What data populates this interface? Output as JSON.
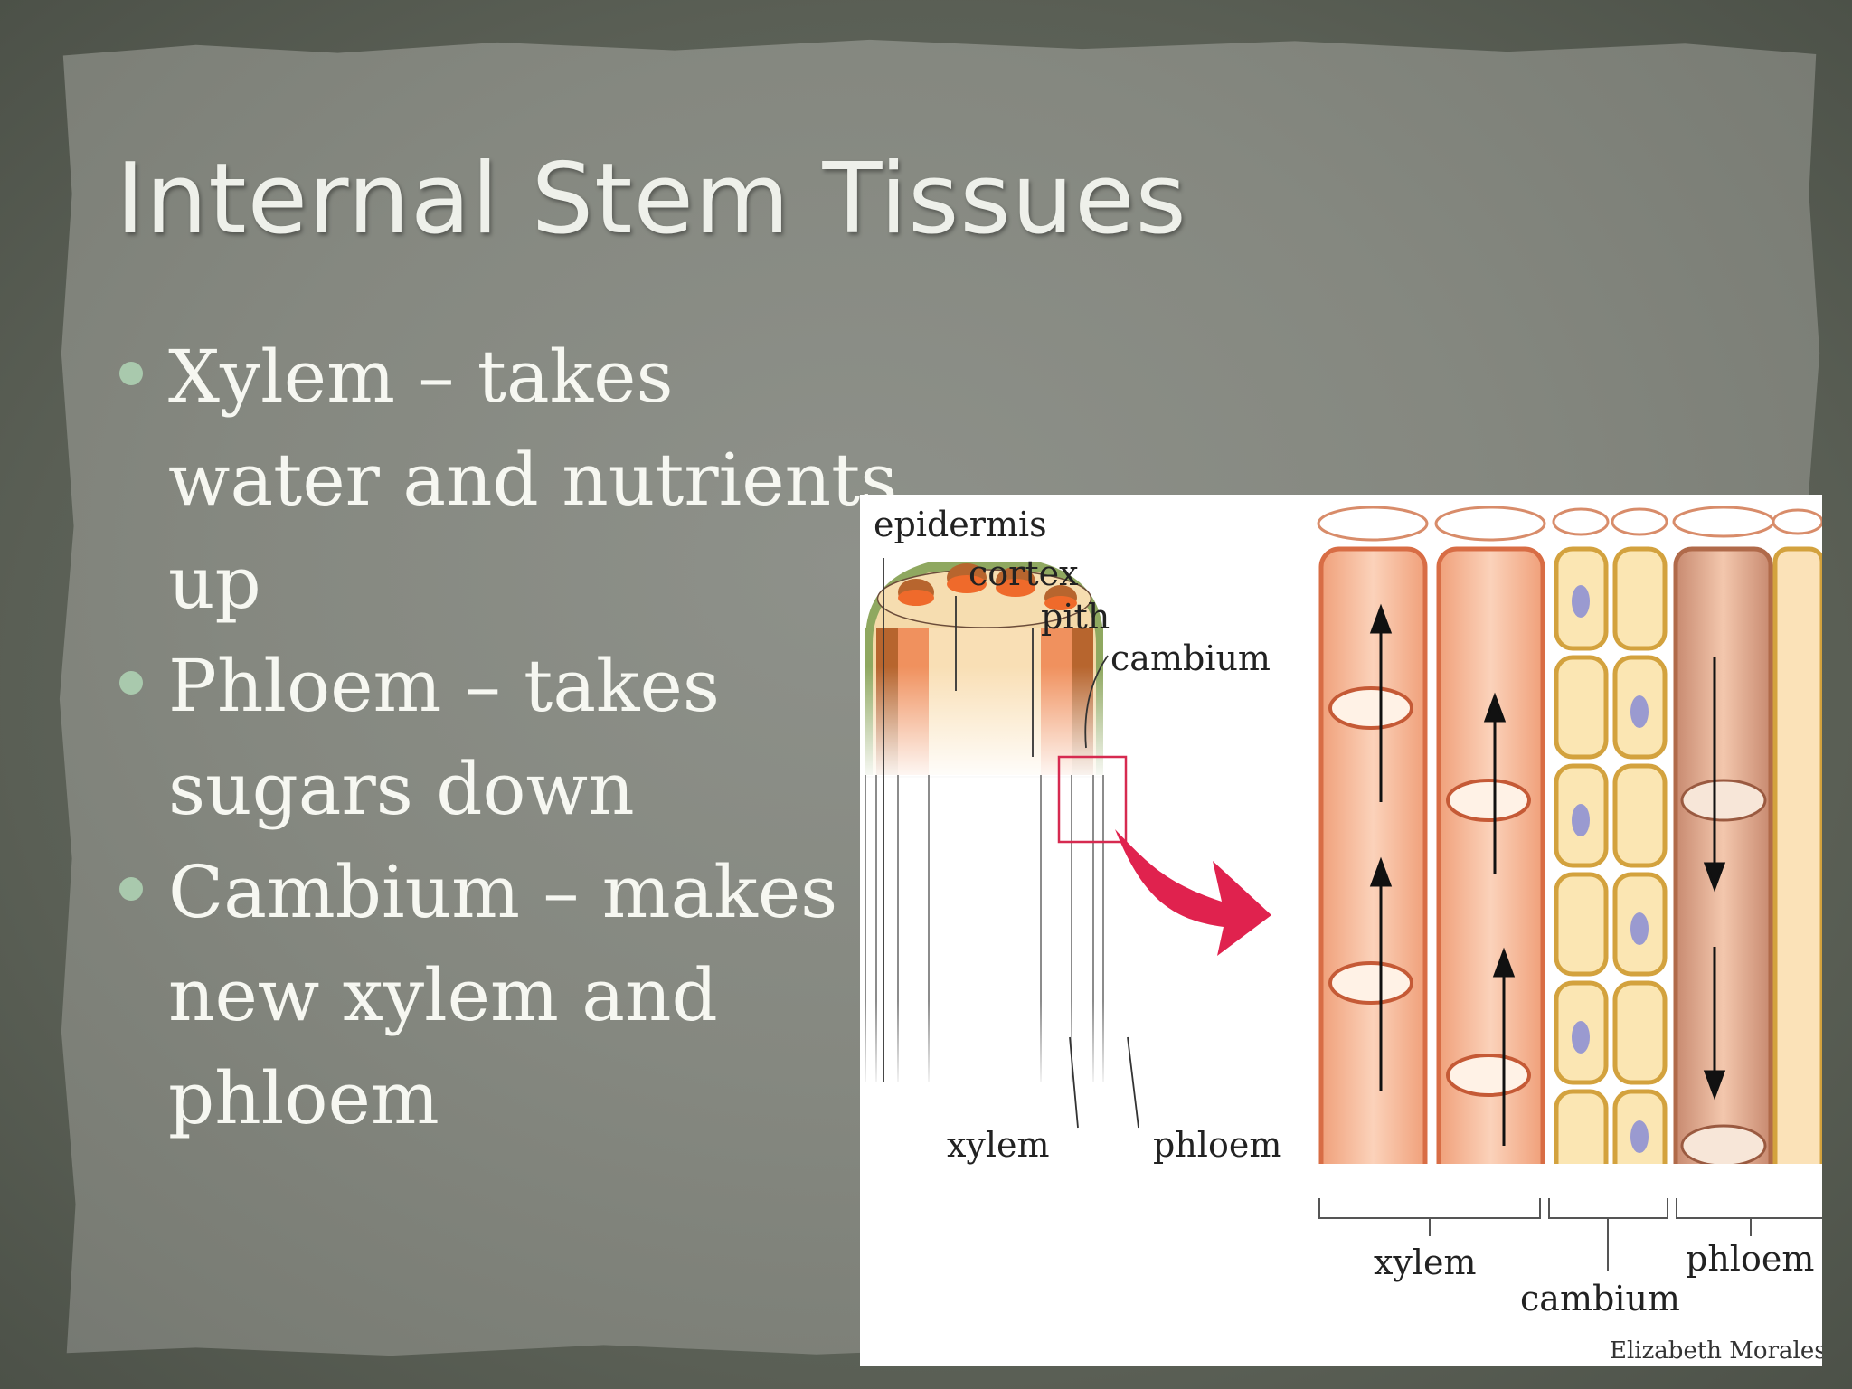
{
  "slide": {
    "title": "Internal Stem Tissues",
    "bullets": [
      {
        "lines": [
          "Xylem – takes",
          "water and nutrients",
          "up"
        ]
      },
      {
        "lines": [
          "Phloem – takes",
          "sugars down"
        ]
      },
      {
        "lines": [
          "Cambium – makes",
          "new xylem and",
          "phloem"
        ]
      }
    ]
  },
  "figure": {
    "labels": {
      "epidermis": "epidermis",
      "cortex": "cortex",
      "pith": "pith",
      "cambium": "cambium",
      "xylem": "xylem",
      "phloem": "phloem",
      "xylem_detail": "xylem",
      "cambium_detail": "cambium",
      "phloem_detail": "phloem"
    },
    "credit": "Elizabeth Morales"
  },
  "colors": {
    "bullet_dot": "#a9c9ad",
    "arrow": "#e0224e",
    "xylem_tissue": "#f0a27a",
    "cambium_tissue": "#f7d98f",
    "epidermis": "#8fa860"
  }
}
